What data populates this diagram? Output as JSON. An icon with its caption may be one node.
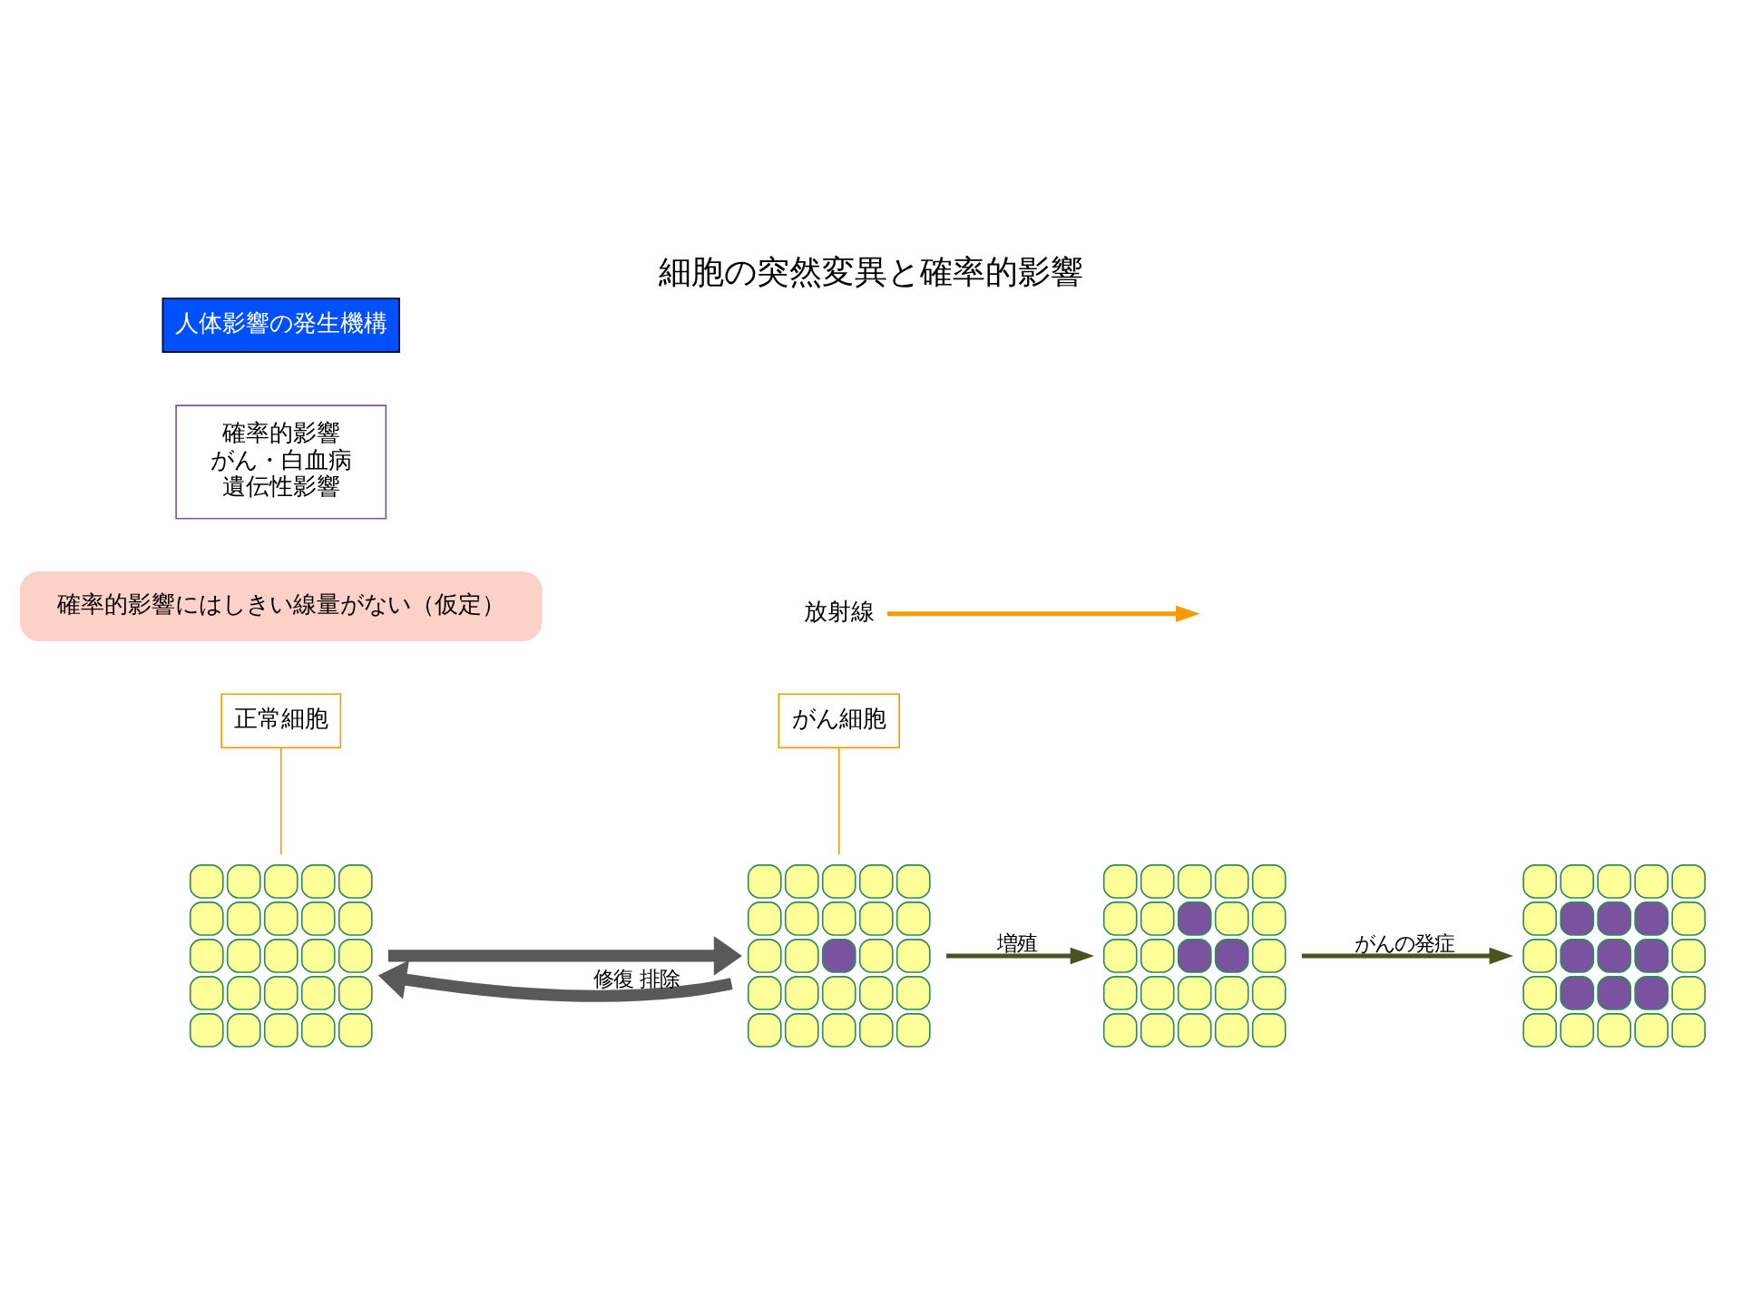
{
  "diagram": {
    "title": "細胞の突然変異と確率的影響",
    "nodes": [
      {
        "text": [],
        "shape": "picture"
      },
      {
        "text": [],
        "shape": "picture"
      },
      {
        "text": [],
        "shape": "picture"
      },
      {
        "text": [],
        "shape": "picture"
      },
      {
        "text": [
          "正常細胞"
        ]
      },
      {
        "text": [
          "がん細胞"
        ]
      },
      {
        "text": [
          "放射線"
        ]
      },
      {
        "text": [
          "確率的影響にはしきい線量がない（仮定）"
        ]
      },
      {
        "text": [
          "確率的影響",
          "がん・白血病",
          "遺伝性影響"
        ]
      }
    ],
    "edges": [
      {
        "from": 0,
        "to": 1,
        "arrow": "to",
        "style": "thick",
        "color": "#595959"
      },
      {
        "from": 1,
        "to": 0,
        "arrow": "to",
        "style": "thick",
        "color": "#595959",
        "label": "修復 排除"
      },
      {
        "from": 1,
        "to": 2,
        "arrow": "to",
        "label": "増殖",
        "color": "#4b5320"
      },
      {
        "from": 2,
        "to": 3,
        "arrow": "to",
        "label": "がんの発症",
        "color": "#4b5320"
      },
      {
        "from": 4,
        "to": 0,
        "arrow": "none",
        "color": "#f59b00"
      },
      {
        "from": 5,
        "to": 1,
        "arrow": "none",
        "color": "#f59b00"
      },
      {
        "from": 6,
        "to": null,
        "arrow": "to",
        "color": "#f59b00"
      }
    ],
    "labels": [
      "人体影響の発生機構"
    ]
  }
}
